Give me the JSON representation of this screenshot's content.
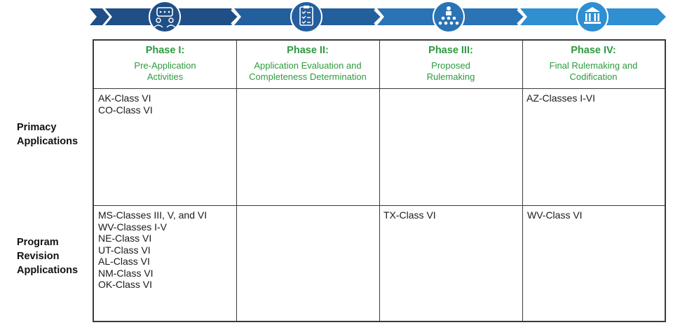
{
  "colors": {
    "arrow_dark": "#1f4f86",
    "arrow_mid": "#2a73b5",
    "arrow_light": "#2f8fd1",
    "phase_text": "#2e9a3e",
    "grid_line": "#3a3a3a"
  },
  "banner": {
    "icons": [
      "meeting-icon",
      "checklist-icon",
      "audience-icon",
      "courthouse-icon"
    ]
  },
  "phases": [
    {
      "title": "Phase I:",
      "subtitle": [
        "Pre-Application",
        "Activities"
      ]
    },
    {
      "title": "Phase II:",
      "subtitle": [
        "Application Evaluation and",
        "Completeness Determination"
      ]
    },
    {
      "title": "Phase III:",
      "subtitle": [
        "Proposed",
        "Rulemaking"
      ]
    },
    {
      "title": "Phase IV:",
      "subtitle": [
        "Final Rulemaking and",
        "Codification"
      ]
    }
  ],
  "rows": [
    {
      "label": [
        "Primacy",
        "Applications"
      ],
      "cells": [
        [
          "AK-Class VI",
          "CO-Class VI"
        ],
        [],
        [],
        [
          "AZ-Classes I-VI"
        ]
      ]
    },
    {
      "label": [
        "Program",
        "Revision",
        "Applications"
      ],
      "cells": [
        [
          "MS-Classes III, V, and VI",
          "WV-Classes I-V",
          "NE-Class VI",
          "UT-Class VI",
          "AL-Class VI",
          "NM-Class VI",
          "OK-Class VI"
        ],
        [],
        [
          "TX-Class VI"
        ],
        [
          "WV-Class VI"
        ]
      ]
    }
  ]
}
